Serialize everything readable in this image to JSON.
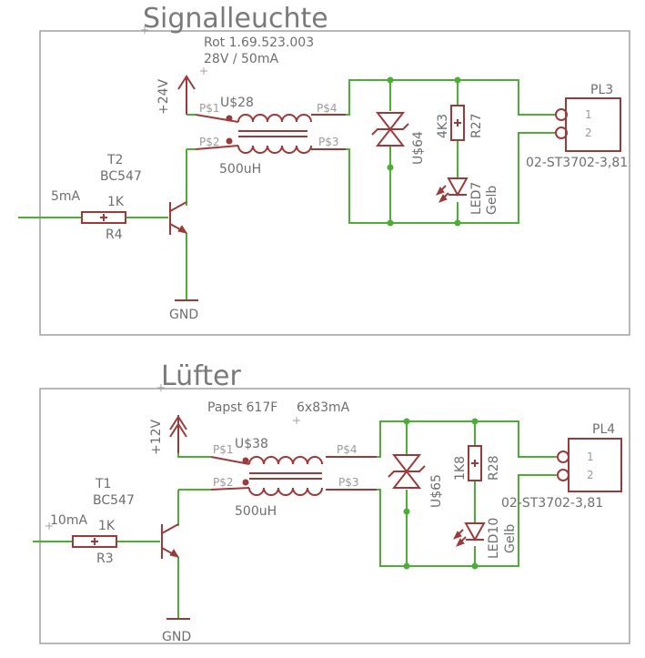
{
  "circuits": [
    {
      "title": "Signalleuchte",
      "note_1": "Rot 1.69.523.003",
      "note_2": "28V / 50mA",
      "supply": "+24V",
      "transformer": {
        "name": "U$28",
        "pin1": "P$1",
        "pin2": "P$2",
        "pin3": "P$3",
        "pin4": "P$4",
        "value": "500uH"
      },
      "transistor": {
        "name": "T2",
        "value": "BC547"
      },
      "resistor": {
        "name": "R4",
        "value": "1K"
      },
      "current": "5mA",
      "ground": "GND",
      "diode": "U$64",
      "resistor2": {
        "name": "R27",
        "value": "4K3"
      },
      "led": {
        "name": "LED7",
        "value": "Gelb"
      },
      "connector": {
        "name": "PL3",
        "pin1": "1",
        "pin2": "2",
        "part": "02-ST3702-3,81"
      }
    },
    {
      "title": "Lüfter",
      "note_1": "Papst 617F",
      "note_2": "6x83mA",
      "supply": "+12V",
      "transformer": {
        "name": "U$38",
        "pin1": "P$1",
        "pin2": "P$2",
        "pin3": "P$3",
        "pin4": "P$4",
        "value": "500uH"
      },
      "transistor": {
        "name": "T1",
        "value": "BC547"
      },
      "resistor": {
        "name": "R3",
        "value": "1K"
      },
      "current": "10mA",
      "ground": "GND",
      "diode": "U$65",
      "resistor2": {
        "name": "R28",
        "value": "1K8"
      },
      "led": {
        "name": "LED10",
        "value": "Gelb"
      },
      "connector": {
        "name": "PL4",
        "pin1": "1",
        "pin2": "2",
        "part": "02-ST3702-3,81"
      }
    }
  ]
}
